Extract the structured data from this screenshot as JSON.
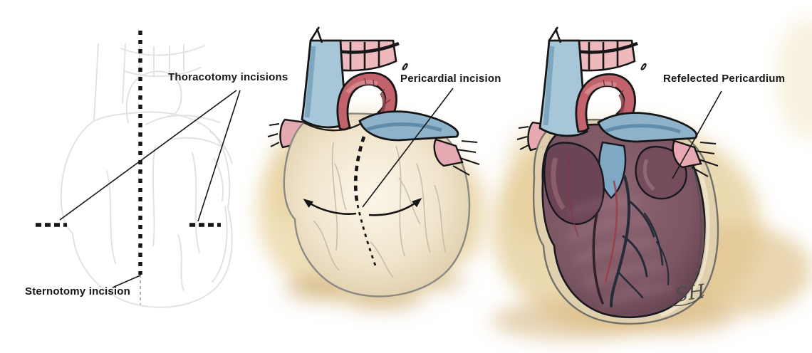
{
  "illustration": {
    "panel_left": {
      "thoracotomy_label": "Thoracotomy incisions",
      "sternotomy_label": "Sternotomy incision"
    },
    "panel_middle": {
      "pericardial_label": "Pericardial incision"
    },
    "panel_right": {
      "reflected_label": "Refelected Pericardium",
      "artist_signature": "SH"
    }
  },
  "colors": {
    "background": "#ffffff",
    "ink": "#161616",
    "faint_outline": "#e3e3e3",
    "glow_tan": "#ecd9ad",
    "glow_deep": "#d3ae74",
    "pericardium_cream": "#f1e5cd",
    "pericardium_rim": "#e0d0ae",
    "vein_blue_light": "#a7c7d9",
    "vein_blue_dark": "#5d8aa8",
    "artery_red": "#c2636c",
    "artery_red_dark": "#8c4350",
    "pink_vessel": "#edb9bd",
    "heart_maroon": "#7d5765",
    "heart_maroon_dark": "#5c3a48",
    "heart_highlight": "#b391a0",
    "coronary_dark": "#252b38",
    "signature_gray": "#4a4a4a"
  }
}
